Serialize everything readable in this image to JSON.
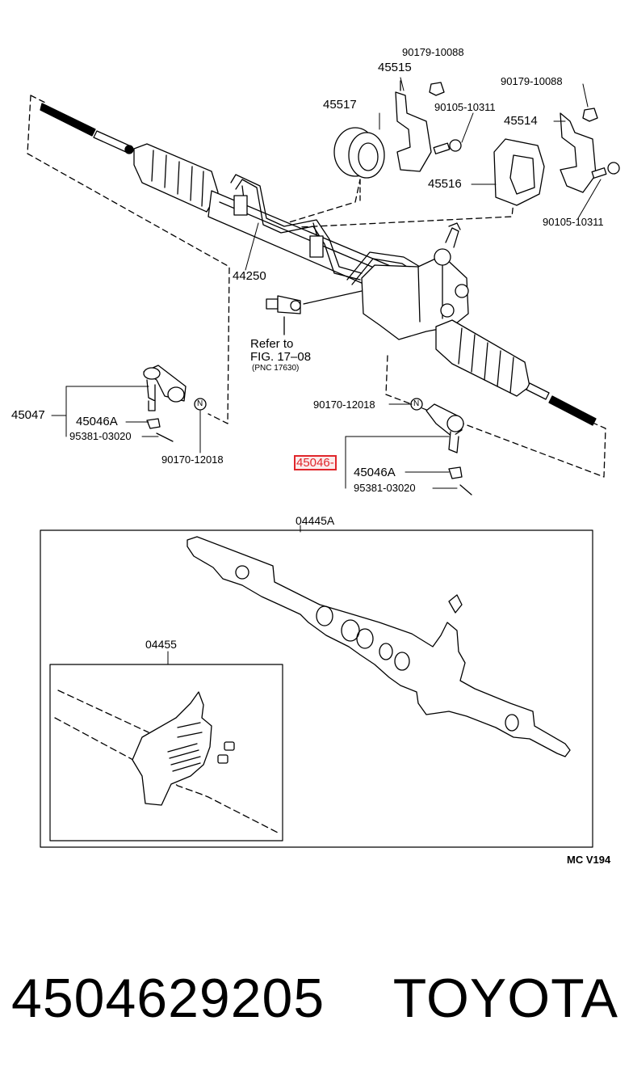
{
  "labels": {
    "p90179_a": "90179-10088",
    "p45515": "45515",
    "p45517": "45517",
    "p90105_a": "90105-10311",
    "p90179_b": "90179-10088",
    "p45514": "45514",
    "p45516": "45516",
    "p90105_b": "90105-10311",
    "p44250": "44250",
    "refer_to": "Refer to",
    "fig_ref": "FIG. 17–08",
    "pnc_ref": "(PNC 17630)",
    "p90170_a": "90170-12018",
    "p45047": "45047",
    "p45046A_a": "45046A",
    "p95381_a": "95381-03020",
    "p90170_b": "90170-12018",
    "p45046_highlight": "45046-",
    "p45046A_b": "45046A",
    "p95381_b": "95381-03020",
    "p04445A": "04445A",
    "p04455": "04455",
    "mc_code": "MC V194",
    "n_marker": "N"
  },
  "highlight": {
    "color": "#e0262b"
  },
  "footer": {
    "part_number": "4504629205",
    "brand": "TOYOTA"
  }
}
